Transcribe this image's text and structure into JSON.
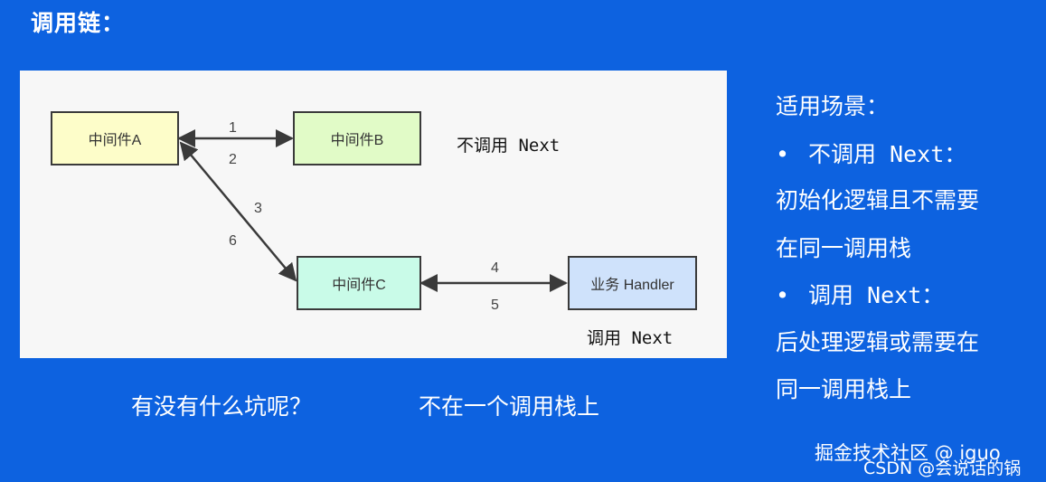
{
  "title": "调用链：",
  "diagram": {
    "nodes": {
      "a": "中间件A",
      "b": "中间件B",
      "c": "中间件C",
      "handler": "业务 Handler"
    },
    "edge_labels": {
      "e1": "1",
      "e2": "2",
      "e3": "3",
      "e6": "6",
      "e4": "4",
      "e5": "5"
    },
    "notes": {
      "no_next": "不调用 Next",
      "call_next": "调用 Next"
    },
    "colors": {
      "a": "#fdfdc9",
      "b": "#e1fbc7",
      "c": "#c9fbe8",
      "handler": "#cfe2fb"
    }
  },
  "captions": {
    "question": "有没有什么坑呢？",
    "answer": "不在一个调用栈上"
  },
  "sidebar": {
    "heading": "适用场景：",
    "items": [
      {
        "bullet": "•",
        "label": "不调用 Next：",
        "lines": [
          "初始化逻辑且不需要",
          "在同一调用栈"
        ]
      },
      {
        "bullet": "•",
        "label": "调用 Next：",
        "lines": [
          "后处理逻辑或需要在",
          "同一调用栈上"
        ]
      }
    ]
  },
  "footer": {
    "community": "掘金技术社区 @ iguo",
    "csdn": "CSDN @会说话的锅"
  }
}
